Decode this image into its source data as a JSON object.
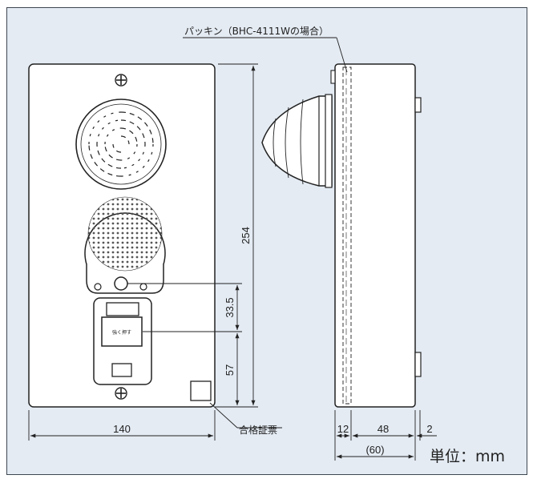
{
  "labels": {
    "packing": "パッキン（BHC-4111Wの場合）",
    "certificate": "合格証票",
    "unit": "単位：mm",
    "button_text": "強く押す"
  },
  "dimensions": {
    "height": "254",
    "d1": "33.5",
    "d2": "57",
    "width": "140",
    "side_a": "12",
    "side_b": "48",
    "side_c": "2",
    "side_total": "(60)"
  },
  "colors": {
    "background": "#e4ebf3",
    "device_fill": "#ffffff",
    "line": "#222222"
  }
}
